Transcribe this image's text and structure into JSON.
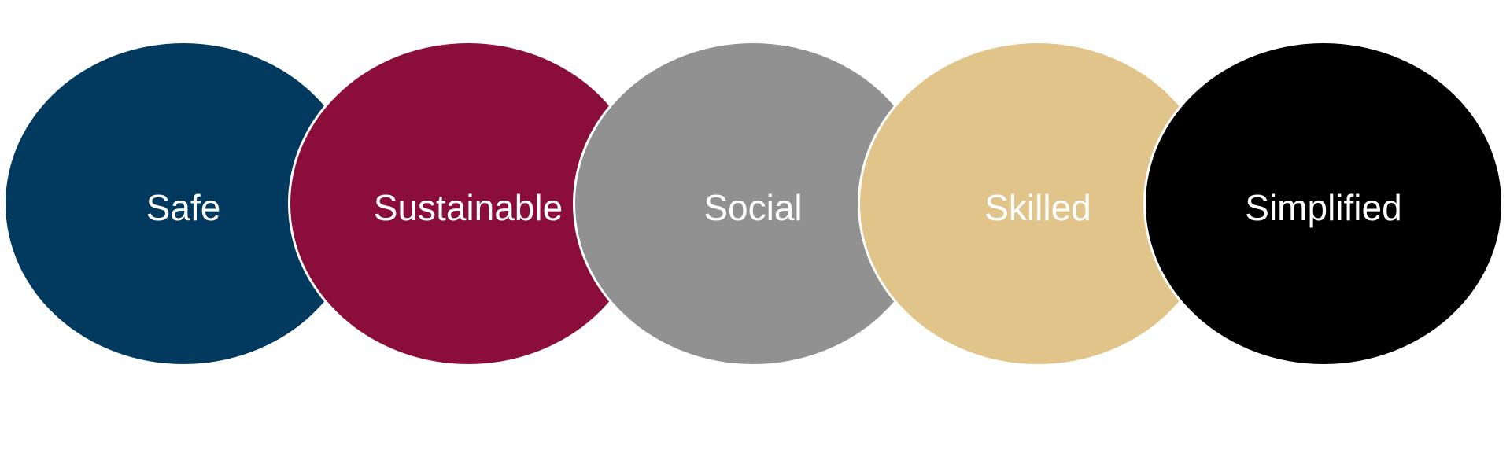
{
  "diagram": {
    "type": "overlapping-circles",
    "items": [
      {
        "label": "Safe",
        "color": "#023A5F"
      },
      {
        "label": "Sustainable",
        "color": "#8B0E3A"
      },
      {
        "label": "Social",
        "color": "#919191"
      },
      {
        "label": "Skilled",
        "color": "#E0C489"
      },
      {
        "label": "Simplified",
        "color": "#000000"
      }
    ]
  }
}
